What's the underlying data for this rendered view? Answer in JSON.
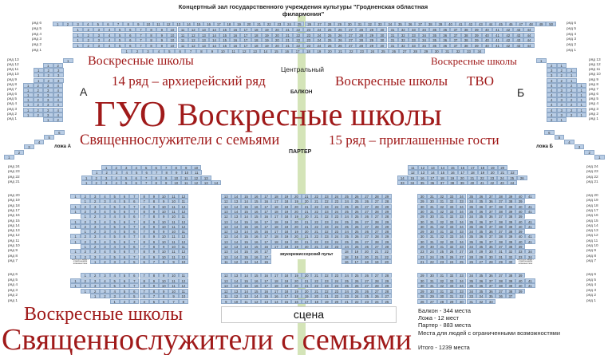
{
  "title": {
    "line1": "Концертный зал государственного учреждения культуры  \"Гродненская областная",
    "line2": "филармония\""
  },
  "labels": {
    "central": "Центральный",
    "balcony": "БАЛКОН",
    "parterre": "ПАРТЕР",
    "sector_a": "А",
    "sector_b": "Б",
    "loge_a": "ложа А",
    "loge_b": "ложа Б",
    "sound": "звукорежиссерский пульт",
    "accessible_note": "места для людей с ограниченными возможностями",
    "stage": "сцена"
  },
  "legend": [
    "Балкон - 344 места",
    "Ложа - 12 мест",
    "Партер - 883 места",
    "Места для людей с ограниченными возможностями",
    "",
    "Итого - 1239 места"
  ],
  "overlays": {
    "top_sunday_schools": "Воскресные школы",
    "right_sunday_schools": "Воскресные школы",
    "left_sunday_schools": "Воскресные школы",
    "mid_sunday_schools": "Воскресные школы",
    "clergy_mid": "Священнослужители с семьями",
    "row15": "15 ряд – приглашенные гости",
    "row14": "14 ряд – архиерейский ряд",
    "gyo": "ГУО",
    "right_sunday_schools2": "Воскресные школы",
    "tvo": "ТВО",
    "clergy_bottom": "Священнослужители с семьями"
  },
  "colors": {
    "seat": "#b9cde5",
    "overlay_text": "#a01a1a",
    "aisle": "#d4e4b8"
  },
  "sections": {
    "balcony": [
      {
        "row": "ряд 6",
        "blocks": [
          [
            1,
            50
          ]
        ]
      },
      {
        "row": "ряд 5",
        "blocks": [
          [
            1,
            44
          ]
        ]
      },
      {
        "row": "ряд 4",
        "blocks": [
          [
            1,
            44
          ]
        ]
      },
      {
        "row": "ряд 3",
        "blocks": [
          [
            1,
            44
          ]
        ]
      },
      {
        "row": "ряд 2",
        "blocks": [
          [
            1,
            44
          ]
        ]
      },
      {
        "row": "ряд 1",
        "blocks": [
          [
            1,
            34
          ]
        ]
      }
    ],
    "side_a": [
      {
        "row": "ряд 13",
        "blocks": [
          [
            1,
            1
          ]
        ]
      },
      {
        "row": "ряд 12",
        "blocks": [
          [
            1,
            2
          ]
        ]
      },
      {
        "row": "ряд 11",
        "blocks": [
          [
            1,
            3
          ]
        ]
      },
      {
        "row": "ряд 10",
        "blocks": [
          [
            1,
            3
          ]
        ]
      },
      {
        "row": "ряд 9",
        "blocks": [
          [
            1,
            3
          ]
        ]
      },
      {
        "row": "ряд 8",
        "blocks": [
          [
            1,
            4
          ]
        ]
      },
      {
        "row": "ряд 7",
        "blocks": [
          [
            1,
            4
          ]
        ]
      },
      {
        "row": "ряд 6",
        "blocks": [
          [
            1,
            4
          ]
        ]
      },
      {
        "row": "ряд 5",
        "blocks": [
          [
            1,
            4
          ]
        ]
      },
      {
        "row": "ряд 4",
        "blocks": [
          [
            1,
            4
          ]
        ]
      },
      {
        "row": "ряд 3",
        "blocks": [
          [
            1,
            4
          ]
        ]
      },
      {
        "row": "ряд 2",
        "blocks": [
          [
            1,
            4
          ]
        ]
      },
      {
        "row": "ряд 1",
        "blocks": [
          [
            1,
            2
          ]
        ]
      }
    ],
    "side_b": [
      {
        "row": "ряд 13",
        "blocks": [
          [
            1,
            1
          ]
        ]
      },
      {
        "row": "ряд 12",
        "blocks": [
          [
            1,
            2
          ]
        ]
      },
      {
        "row": "ряд 11",
        "blocks": [
          [
            1,
            3
          ]
        ]
      },
      {
        "row": "ряд 10",
        "blocks": [
          [
            1,
            3
          ]
        ]
      },
      {
        "row": "ряд 9",
        "blocks": [
          [
            1,
            3
          ]
        ]
      },
      {
        "row": "ряд 8",
        "blocks": [
          [
            1,
            4
          ]
        ]
      },
      {
        "row": "ряд 7",
        "blocks": [
          [
            1,
            4
          ]
        ]
      },
      {
        "row": "ряд 6",
        "blocks": [
          [
            1,
            4
          ]
        ]
      },
      {
        "row": "ряд 5",
        "blocks": [
          [
            1,
            4
          ]
        ]
      },
      {
        "row": "ряд 4",
        "blocks": [
          [
            1,
            4
          ]
        ]
      },
      {
        "row": "ряд 3",
        "blocks": [
          [
            1,
            4
          ]
        ]
      },
      {
        "row": "ряд 2",
        "blocks": [
          [
            1,
            4
          ]
        ]
      },
      {
        "row": "ряд 1",
        "blocks": [
          [
            1,
            2
          ]
        ]
      }
    ],
    "loge_a": [
      1,
      2,
      3,
      4,
      5,
      6
    ],
    "loge_b": [
      1,
      2,
      3,
      4,
      5,
      6
    ],
    "parterre_back": [
      {
        "row": "ряд 24",
        "blocks": [
          [
            1,
            10
          ],
          [
            11,
            20
          ]
        ]
      },
      {
        "row": "ряд 23",
        "blocks": [
          [
            1,
            11
          ],
          [
            12,
            22
          ]
        ]
      },
      {
        "row": "ряд 22",
        "blocks": [
          [
            1,
            13
          ],
          [
            14,
            26
          ]
        ]
      },
      {
        "row": "ряд 21",
        "blocks": [
          [
            1,
            14
          ],
          [
            33,
            44
          ]
        ]
      }
    ],
    "parterre_mid": [
      {
        "row": "ряд 20",
        "blocks": [
          [
            1,
            12
          ],
          [
            13,
            29
          ],
          [
            30,
            41
          ]
        ]
      },
      {
        "row": "ряд 19",
        "blocks": [
          [
            1,
            11
          ],
          [
            12,
            28
          ],
          [
            29,
            39
          ]
        ]
      },
      {
        "row": "ряд 18",
        "blocks": [
          [
            1,
            12
          ],
          [
            13,
            29
          ],
          [
            30,
            41
          ]
        ]
      },
      {
        "row": "ряд 17",
        "blocks": [
          [
            1,
            12
          ],
          [
            13,
            29
          ],
          [
            30,
            41
          ]
        ]
      },
      {
        "row": "ряд 16",
        "blocks": [
          [
            1,
            11
          ],
          [
            12,
            28
          ],
          [
            29,
            39
          ]
        ]
      },
      {
        "row": "ряд 15",
        "blocks": [
          [
            1,
            12
          ],
          [
            13,
            29
          ],
          [
            30,
            41
          ]
        ]
      },
      {
        "row": "ряд 14",
        "blocks": [
          [
            1,
            12
          ],
          [
            13,
            29
          ],
          [
            30,
            41
          ]
        ]
      },
      {
        "row": "ряд 13",
        "blocks": [
          [
            1,
            11
          ],
          [
            12,
            28
          ],
          [
            29,
            39
          ]
        ]
      },
      {
        "row": "ряд 12",
        "blocks": [
          [
            1,
            12
          ],
          [
            13,
            29
          ],
          [
            30,
            41
          ]
        ]
      },
      {
        "row": "ряд 11",
        "blocks": [
          [
            1,
            12
          ],
          [
            13,
            29
          ],
          [
            30,
            41
          ]
        ]
      },
      {
        "row": "ряд 10",
        "blocks": [
          [
            1,
            11
          ],
          [
            12,
            28
          ],
          [
            29,
            39
          ]
        ]
      },
      {
        "row": "ряд 9",
        "blocks": [
          [
            1,
            12
          ],
          [
            13,
            17
          ],
          [
            18,
            22
          ],
          [
            23,
            34
          ]
        ]
      },
      {
        "row": "ряд 8",
        "blocks": [
          [
            1,
            12
          ],
          [
            13,
            17
          ],
          [
            18,
            22
          ],
          [
            23,
            34
          ]
        ]
      },
      {
        "row": "ряд 7",
        "blocks": [
          [
            1,
            10
          ],
          [
            11,
            15
          ],
          [
            16,
            20
          ],
          [
            21,
            30
          ]
        ]
      }
    ],
    "parterre_front": [
      {
        "row": "ряд 6",
        "blocks": [
          [
            1,
            11
          ],
          [
            12,
            28
          ],
          [
            29,
            39
          ]
        ]
      },
      {
        "row": "ряд 5",
        "blocks": [
          [
            1,
            12
          ],
          [
            13,
            29
          ],
          [
            30,
            41
          ]
        ]
      },
      {
        "row": "ряд 4",
        "blocks": [
          [
            1,
            12
          ],
          [
            13,
            29
          ],
          [
            30,
            41
          ]
        ]
      },
      {
        "row": "ряд 3",
        "blocks": [
          [
            1,
            11
          ],
          [
            12,
            28
          ],
          [
            29,
            39
          ]
        ]
      },
      {
        "row": "ряд 2",
        "blocks": [
          [
            1,
            10
          ],
          [
            11,
            27
          ],
          [
            28,
            37
          ]
        ]
      },
      {
        "row": "ряд 1",
        "blocks": [
          [
            1,
            8
          ],
          [
            9,
            25
          ],
          [
            26,
            33
          ]
        ]
      }
    ]
  }
}
